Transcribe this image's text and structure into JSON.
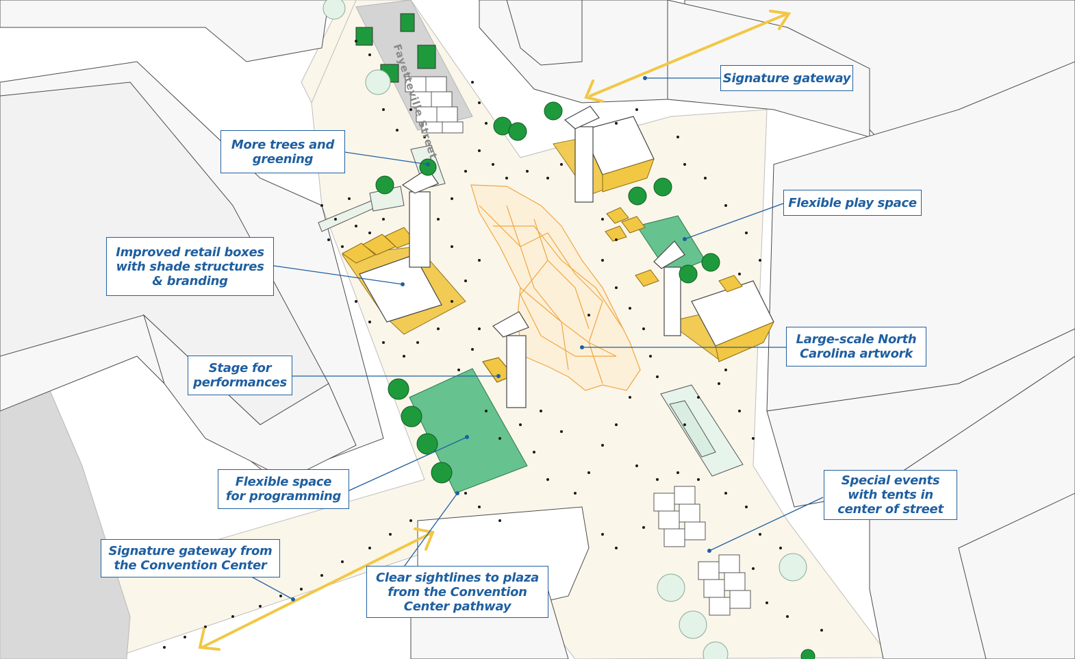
{
  "street_name": "Fayetteville Street",
  "callouts": {
    "signature_gateway": "Signature gateway",
    "more_trees": [
      "More trees and",
      "greening"
    ],
    "flexible_play": "Flexible play space",
    "retail_boxes": [
      "Improved retail boxes",
      "with shade structures",
      "& branding"
    ],
    "nc_artwork": [
      "Large-scale North",
      "Carolina artwork"
    ],
    "stage": [
      "Stage for",
      "performances"
    ],
    "flexible_programming": [
      "Flexible space",
      "for programming"
    ],
    "gateway_convention": [
      "Signature gateway from",
      "the Convention Center"
    ],
    "sightlines": [
      "Clear sightlines to plaza",
      "from the Convention",
      "Center pathway"
    ],
    "special_events": [
      "Special events",
      "with tents in",
      "center of street"
    ]
  },
  "colors": {
    "plaza": "#fbf6ea",
    "callout_blue": "#1f5fa0",
    "accent_yellow": "#f2c744",
    "lawn_green": "#66c28f",
    "tree_green": "#1e9a3c",
    "artwork_orange": "#f0a640",
    "building": "#f7f7f7",
    "pavement_grey": "#dcdcdc"
  }
}
